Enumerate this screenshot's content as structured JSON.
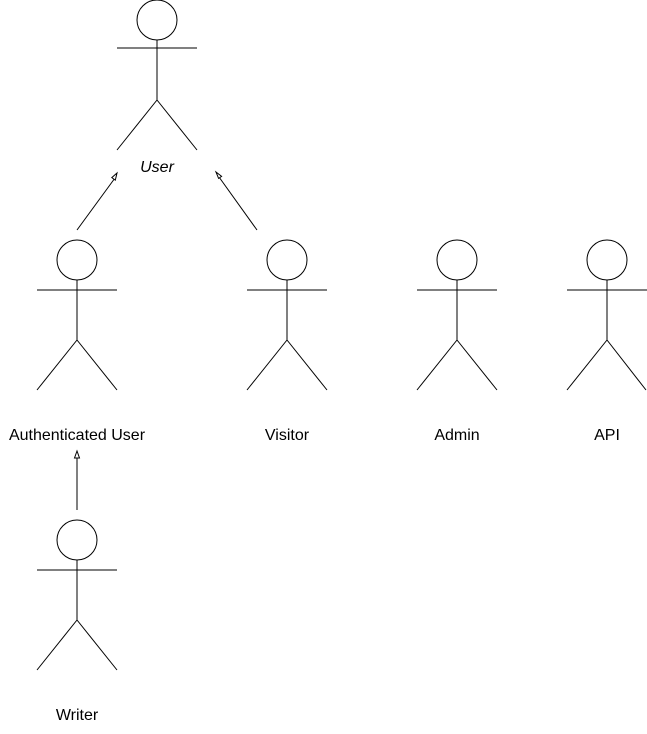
{
  "diagram": {
    "type": "use-case-actors",
    "actors": [
      {
        "id": "user",
        "label": "User",
        "abstract": true
      },
      {
        "id": "authenticated-user",
        "label": "Authenticated User",
        "abstract": false
      },
      {
        "id": "visitor",
        "label": "Visitor",
        "abstract": false
      },
      {
        "id": "admin",
        "label": "Admin",
        "abstract": false
      },
      {
        "id": "api",
        "label": "API",
        "abstract": false
      },
      {
        "id": "writer",
        "label": "Writer",
        "abstract": false
      }
    ],
    "generalizations": [
      {
        "from": "authenticated-user",
        "to": "user"
      },
      {
        "from": "visitor",
        "to": "user"
      },
      {
        "from": "writer",
        "to": "authenticated-user"
      }
    ],
    "colors": {
      "stroke": "#000000",
      "background": "#ffffff"
    }
  }
}
